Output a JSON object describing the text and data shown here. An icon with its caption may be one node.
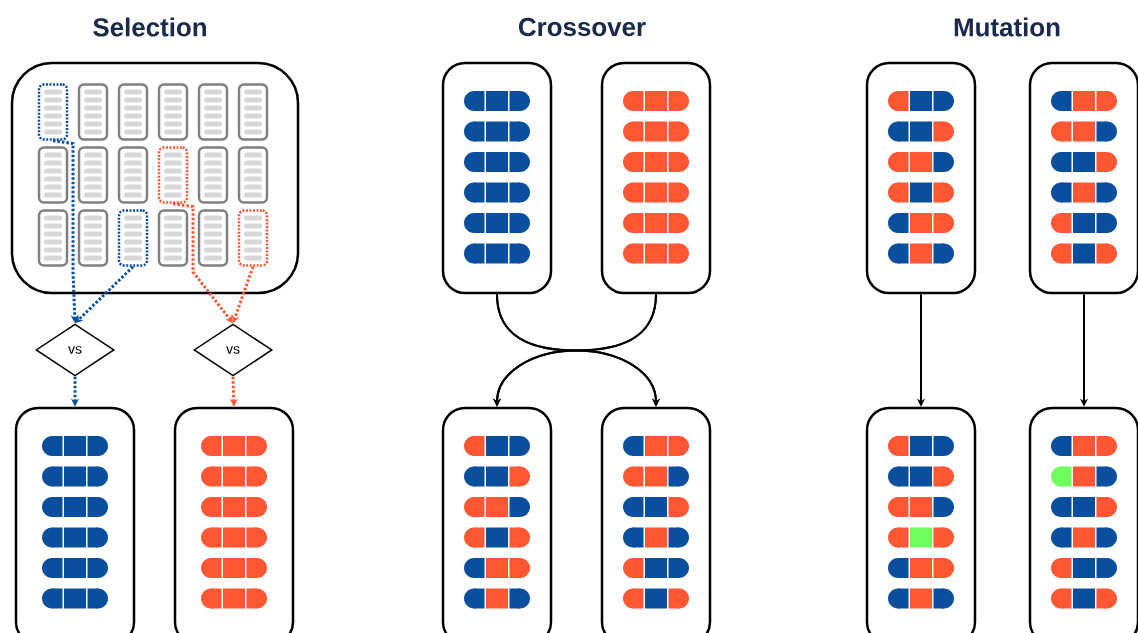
{
  "diagram": {
    "nodes": [
      {
        "text": [],
        "shape": "box"
      },
      {
        "text": [],
        "shape": "box",
        "in": 0
      },
      {
        "text": [],
        "shape": "box",
        "in": 0
      },
      {
        "text": [],
        "shape": "box",
        "in": 0
      },
      {
        "text": [],
        "shape": "box",
        "in": 0
      },
      {
        "text": [],
        "shape": "box",
        "in": 0
      },
      {
        "text": [],
        "shape": "box",
        "in": 0
      },
      {
        "text": [],
        "shape": "box",
        "in": 0
      },
      {
        "text": [],
        "shape": "box",
        "in": 0
      },
      {
        "text": [],
        "shape": "box",
        "in": 0
      },
      {
        "text": [],
        "shape": "box",
        "in": 0
      },
      {
        "text": [],
        "shape": "box",
        "in": 0
      },
      {
        "text": [],
        "shape": "box",
        "in": 0
      },
      {
        "text": [],
        "shape": "box",
        "in": 0
      },
      {
        "text": [],
        "shape": "box",
        "in": 0
      },
      {
        "text": [],
        "shape": "box",
        "in": 0
      },
      {
        "text": [],
        "shape": "box",
        "in": 0
      },
      {
        "text": [],
        "shape": "box",
        "in": 0
      },
      {
        "text": [],
        "shape": "box",
        "in": 0
      },
      {
        "text": [
          "vs"
        ]
      },
      {
        "text": [
          "vs"
        ]
      },
      {
        "text": [],
        "shape": "box"
      },
      {
        "text": [],
        "shape": "box"
      },
      {
        "text": [],
        "shape": "box"
      },
      {
        "text": [],
        "shape": "box"
      },
      {
        "text": [],
        "shape": "box"
      },
      {
        "text": [],
        "shape": "box"
      },
      {
        "text": [],
        "shape": "box"
      },
      {
        "text": [],
        "shape": "box"
      },
      {
        "text": [],
        "shape": "box"
      },
      {
        "text": [],
        "shape": "box"
      }
    ],
    "edges": [
      {
        "from": 1,
        "to": 19,
        "arrow": "to",
        "style": "dashed",
        "color": "#0a4f9e"
      },
      {
        "from": 15,
        "to": 19,
        "arrow": "to",
        "style": "dashed",
        "color": "#0a4f9e"
      },
      {
        "from": 10,
        "to": 20,
        "arrow": "to",
        "style": "dashed",
        "color": "#ff5733"
      },
      {
        "from": 18,
        "to": 20,
        "arrow": "to",
        "style": "dashed",
        "color": "#ff5733"
      },
      {
        "from": 19,
        "to": 21,
        "arrow": "to",
        "style": "dashed",
        "color": "#0a4f9e"
      },
      {
        "from": 20,
        "to": 22,
        "arrow": "to",
        "style": "dashed",
        "color": "#ff5733"
      },
      {
        "from": 23,
        "to": 25,
        "arrow": "to"
      },
      {
        "from": 23,
        "to": 26,
        "arrow": "to"
      },
      {
        "from": 24,
        "to": 25,
        "arrow": "to"
      },
      {
        "from": 24,
        "to": 26,
        "arrow": "to"
      },
      {
        "from": 27,
        "to": 29,
        "arrow": "to"
      },
      {
        "from": 28,
        "to": 30,
        "arrow": "to"
      }
    ],
    "labels": [
      "Selection",
      "Crossover",
      "Mutation"
    ]
  }
}
